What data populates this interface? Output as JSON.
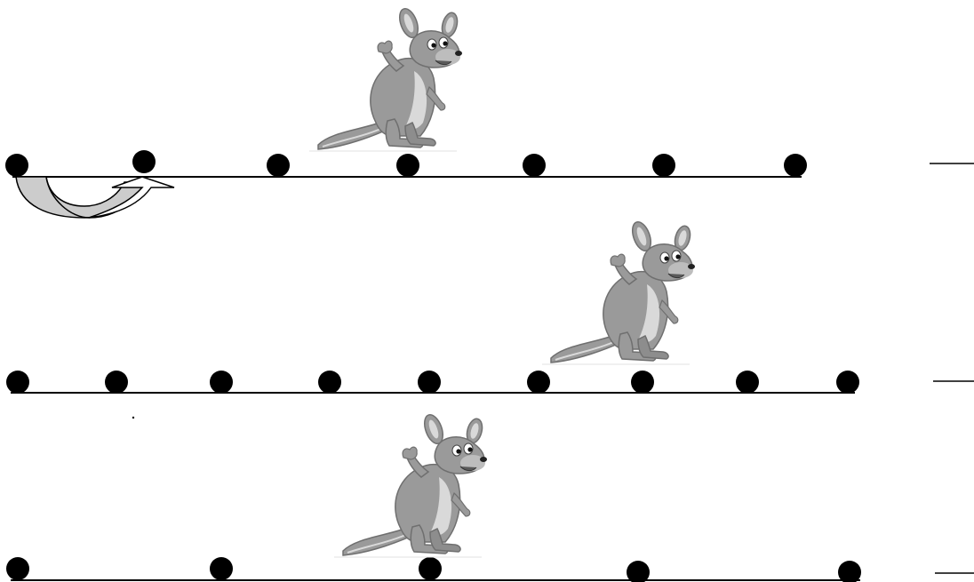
{
  "colors": {
    "background": "#ffffff",
    "line": "#000000",
    "dot": "#000000",
    "kangaroo_body": "#9a9a9a",
    "kangaroo_dark": "#6f6f6f",
    "kangaroo_light": "#d9d9d9",
    "arrow_fill": "#cccccc"
  },
  "number_lines": [
    {
      "name": "number-line-1",
      "dots": 7,
      "has_jump_arrow": true,
      "kangaroo": "kangaroo-icon"
    },
    {
      "name": "number-line-2",
      "dots": 9,
      "has_jump_arrow": false,
      "kangaroo": "kangaroo-icon"
    },
    {
      "name": "number-line-3",
      "dots": 5,
      "has_jump_arrow": false,
      "kangaroo": "kangaroo-icon"
    }
  ],
  "answer_blanks": 3
}
